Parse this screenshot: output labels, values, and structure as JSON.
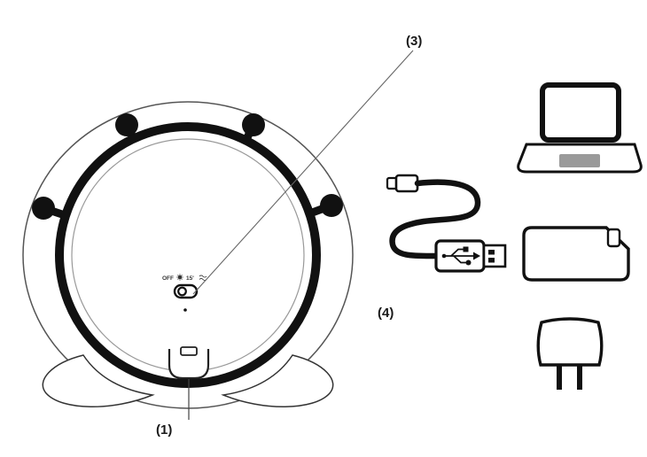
{
  "diagram": {
    "type": "product-setup-illustration",
    "background": "#ffffff"
  },
  "labels": {
    "part1": "(1)",
    "part3": "(3)",
    "part4": "(4)"
  },
  "device": {
    "switch": {
      "off": "OFF",
      "timer": "15'"
    }
  },
  "icons": {
    "cable": "usb-cable",
    "switch_icons": [
      "sun-icon",
      "waves-icon"
    ],
    "power_sources": [
      "laptop",
      "power-bank",
      "wall-adapter"
    ]
  },
  "colors": {
    "ink": "#111111",
    "thin_line": "#555555",
    "touchpad_gray": "#9a9a9a"
  }
}
